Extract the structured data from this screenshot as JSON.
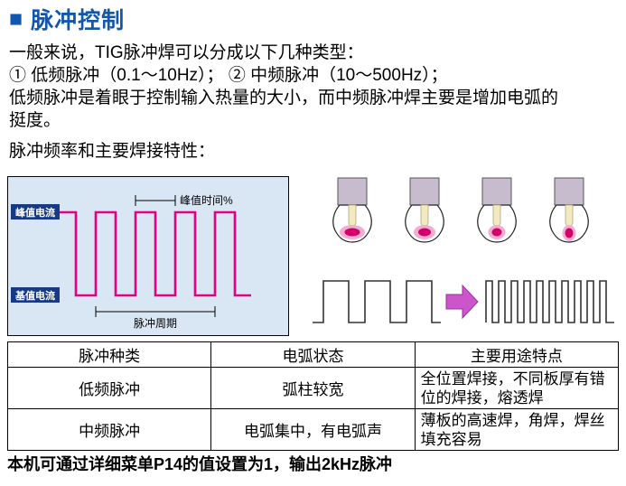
{
  "title": {
    "marker": "■",
    "text": "脉冲控制"
  },
  "intro": {
    "line1": "一般来说，TIG脉冲焊可以分成以下几种类型：",
    "line2": "① 低频脉冲（0.1～10Hz）； ② 中频脉冲（10～500Hz）；",
    "line3": "低频脉冲是着眼于控制输入热量的大小，而中频脉冲焊主要是增加电弧的挺度。",
    "line4": "脉冲频率和主要焊接特性："
  },
  "waveform_diagram": {
    "peak_current_label": "峰值电流",
    "base_current_label": "基值电流",
    "peak_time_label": "峰值时间%",
    "pulse_period_label": "脉冲周期"
  },
  "table": {
    "headers": [
      "脉冲种类",
      "电弧状态",
      "主要用途特点"
    ],
    "rows": [
      [
        "低频脉冲",
        "弧柱较宽",
        "全位置焊接，不同板厚有错位的焊接，熔透焊"
      ],
      [
        "中频脉冲",
        "电弧集中，有电弧声",
        "薄板的高速焊，角焊，焊丝填充容易"
      ]
    ]
  },
  "footer_note": "本机可通过详细菜单P14的值设置为1，输出2kHz脉冲",
  "colors": {
    "title_blue": "#1257ad",
    "wave_magenta": "#e4007f",
    "diagram_bg": "#d9e6f4",
    "label_navy": "#173a85",
    "arc_pink": "#f2aed2",
    "arc_magenta": "#d4006a",
    "arrow_purple": "#cc55cc"
  }
}
